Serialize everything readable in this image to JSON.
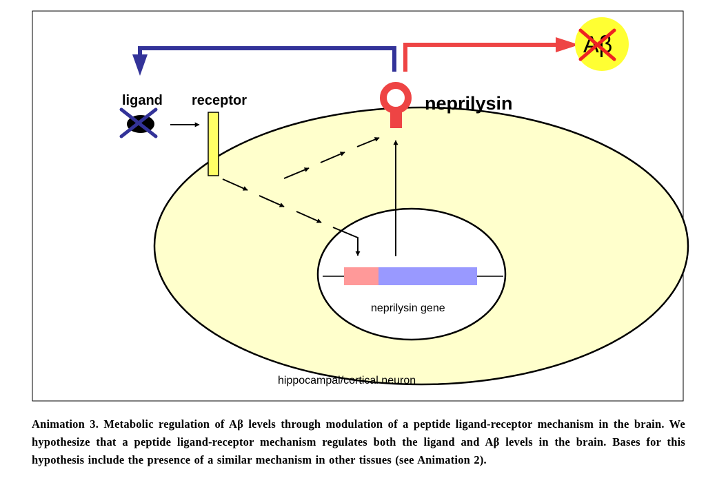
{
  "labels": {
    "ligand": "ligand",
    "receptor": "receptor",
    "neprilysin": "neprilysin",
    "abeta": "Aβ",
    "gene": "neprilysin gene",
    "cell": "hippocampal/cortical neuron"
  },
  "caption": "Animation 3. Metabolic regulation of Aβ levels through modulation of a peptide ligand-receptor mechanism in the brain. We hypothesize that a peptide ligand-receptor mechanism regulates both the ligand and Aβ levels in the brain. Bases for this hypothesis include the presence of a similar mechanism in other tissues (see Animation 2).",
  "colors": {
    "cell_fill": "#FFFFCC",
    "receptor_fill": "#FFFF66",
    "abeta_fill": "#FFFF33",
    "feedback_blue": "#333399",
    "output_red": "#EE4444",
    "enzyme_red": "#EE4444",
    "gene_promoter": "#FF9999",
    "gene_body": "#9999FF",
    "cross_blue": "#333399",
    "cross_red": "#EE2222"
  }
}
